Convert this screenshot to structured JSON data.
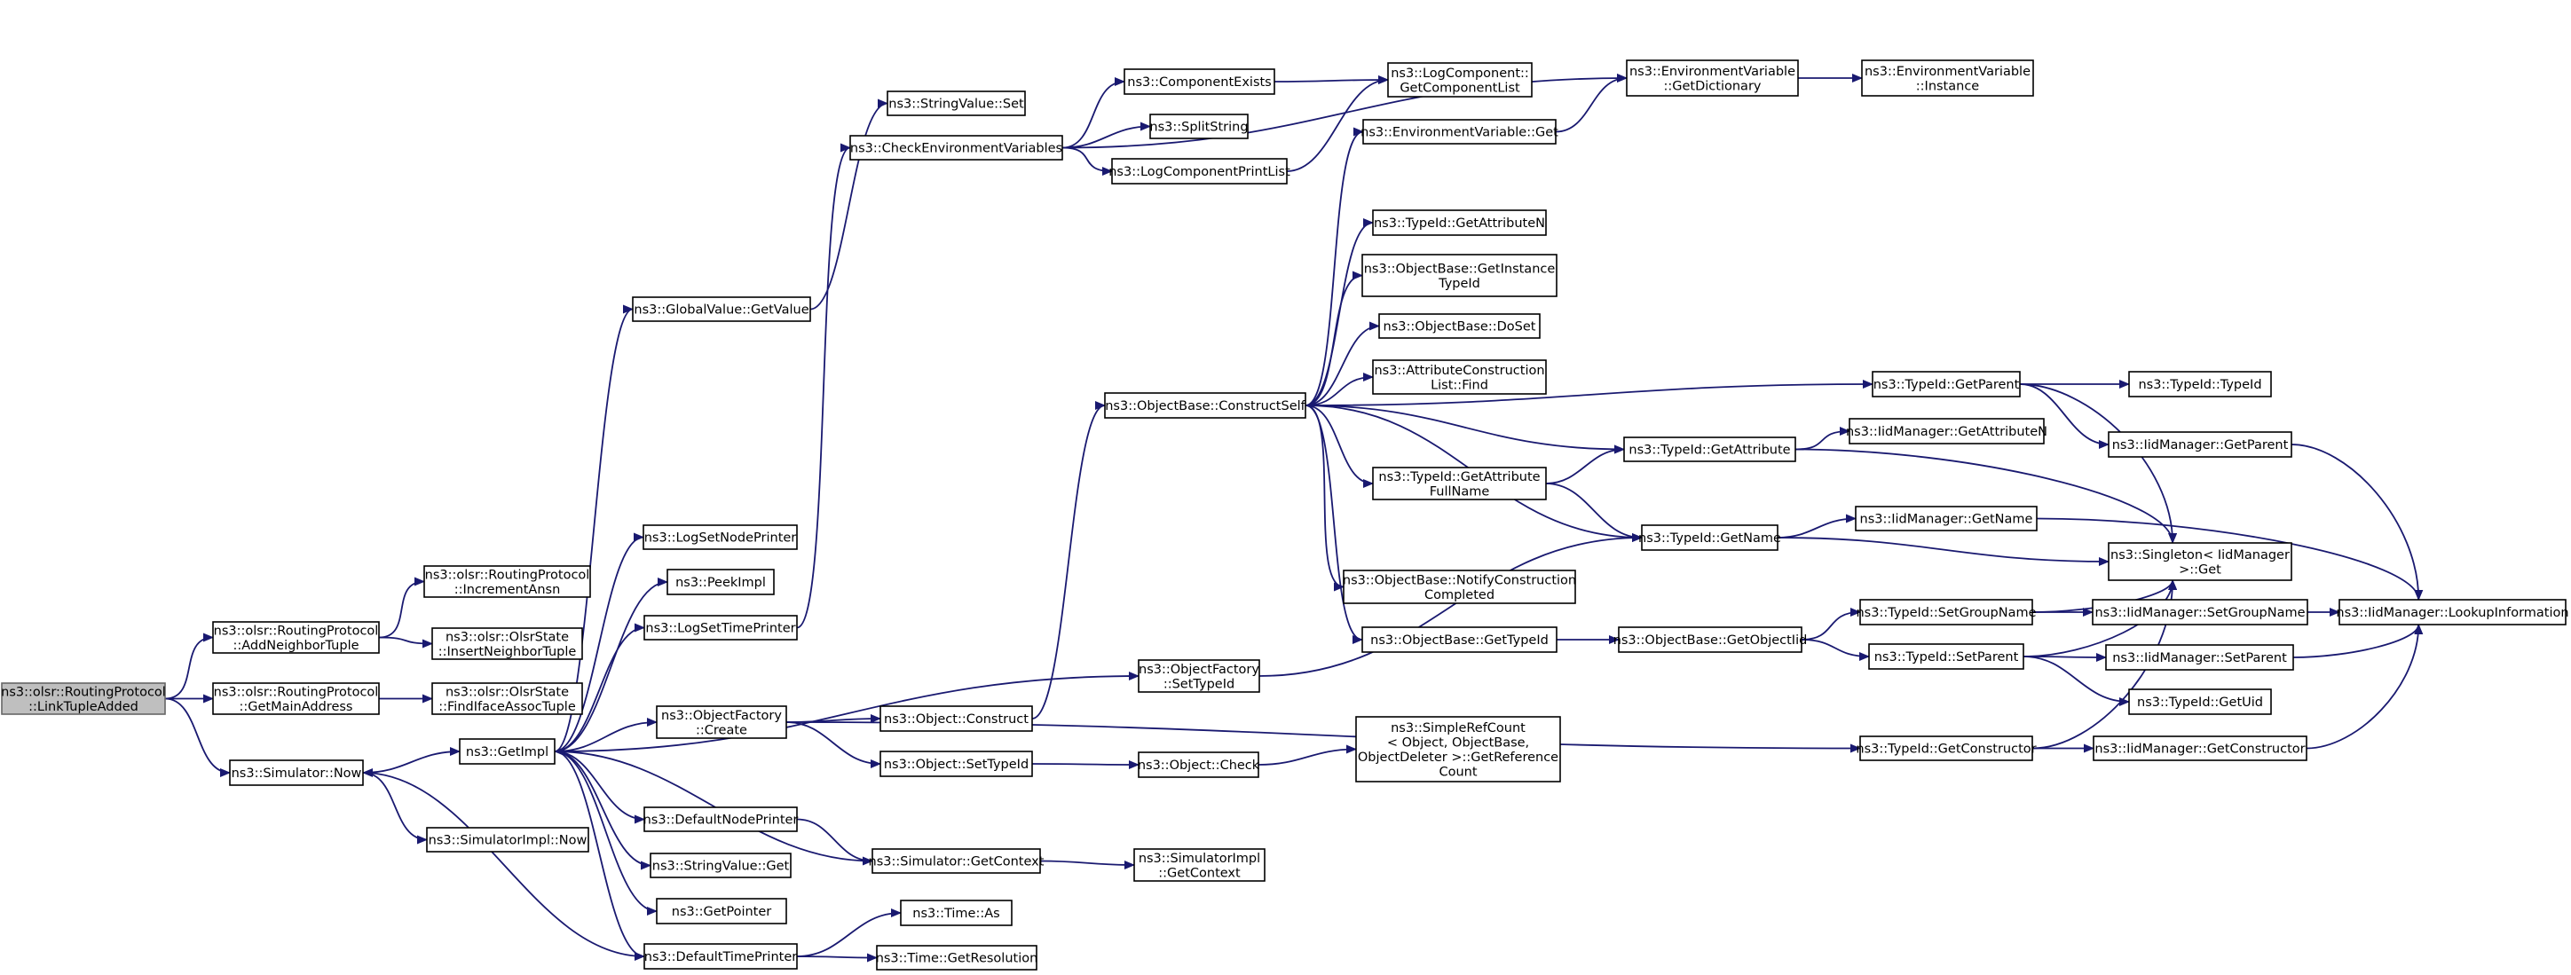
{
  "colors": {
    "edge": "#191970",
    "node_border": "#000000",
    "root_fill": "#bfbfbf",
    "root_border": "#666666",
    "background": "#ffffff"
  },
  "nodes": [
    {
      "id": "linktupleadded",
      "lines": [
        "ns3::olsr::RoutingProtocol",
        "::LinkTupleAdded"
      ],
      "root": true
    },
    {
      "id": "addneighbortuple",
      "lines": [
        "ns3::olsr::RoutingProtocol",
        "::AddNeighborTuple"
      ]
    },
    {
      "id": "getmainaddress",
      "lines": [
        "ns3::olsr::RoutingProtocol",
        "::GetMainAddress"
      ]
    },
    {
      "id": "simulator_now",
      "lines": [
        "ns3::Simulator::Now"
      ]
    },
    {
      "id": "incrementansn",
      "lines": [
        "ns3::olsr::RoutingProtocol",
        "::IncrementAnsn"
      ]
    },
    {
      "id": "insertneighbortuple",
      "lines": [
        "ns3::olsr::OlsrState",
        "::InsertNeighborTuple"
      ]
    },
    {
      "id": "findifaceassoctuple",
      "lines": [
        "ns3::olsr::OlsrState",
        "::FindIfaceAssocTuple"
      ]
    },
    {
      "id": "getimpl",
      "lines": [
        "ns3::GetImpl"
      ]
    },
    {
      "id": "simimpl_now",
      "lines": [
        "ns3::SimulatorImpl::Now"
      ]
    },
    {
      "id": "globalvalue_getvalue",
      "lines": [
        "ns3::GlobalValue::GetValue"
      ]
    },
    {
      "id": "logsetnodeprinter",
      "lines": [
        "ns3::LogSetNodePrinter"
      ]
    },
    {
      "id": "peekimpl",
      "lines": [
        "ns3::PeekImpl"
      ]
    },
    {
      "id": "logsettimeprinter",
      "lines": [
        "ns3::LogSetTimePrinter"
      ]
    },
    {
      "id": "objectfactory_create",
      "lines": [
        "ns3::ObjectFactory",
        "::Create"
      ]
    },
    {
      "id": "defaultnodeprinter",
      "lines": [
        "ns3::DefaultNodePrinter"
      ]
    },
    {
      "id": "stringvalue_get",
      "lines": [
        "ns3::StringValue::Get"
      ]
    },
    {
      "id": "getpointer",
      "lines": [
        "ns3::GetPointer"
      ]
    },
    {
      "id": "defaulttimeprinter",
      "lines": [
        "ns3::DefaultTimePrinter"
      ]
    },
    {
      "id": "stringvalue_set",
      "lines": [
        "ns3::StringValue::Set"
      ]
    },
    {
      "id": "checkenvvars",
      "lines": [
        "ns3::CheckEnvironmentVariables"
      ]
    },
    {
      "id": "objectbase_constructself",
      "lines": [
        "ns3::ObjectBase::ConstructSelf"
      ]
    },
    {
      "id": "object_construct",
      "lines": [
        "ns3::Object::Construct"
      ]
    },
    {
      "id": "object_settypeid",
      "lines": [
        "ns3::Object::SetTypeId"
      ]
    },
    {
      "id": "simulator_getcontext",
      "lines": [
        "ns3::Simulator::GetContext"
      ]
    },
    {
      "id": "time_as",
      "lines": [
        "ns3::Time::As"
      ]
    },
    {
      "id": "time_getresolution",
      "lines": [
        "ns3::Time::GetResolution"
      ]
    },
    {
      "id": "componentexists",
      "lines": [
        "ns3::ComponentExists"
      ]
    },
    {
      "id": "splitstring",
      "lines": [
        "ns3::SplitString"
      ]
    },
    {
      "id": "logcomponentprintlist",
      "lines": [
        "ns3::LogComponentPrintList"
      ]
    },
    {
      "id": "objectfactory_settypeid",
      "lines": [
        "ns3::ObjectFactory",
        "::SetTypeId"
      ]
    },
    {
      "id": "object_check",
      "lines": [
        "ns3::Object::Check"
      ]
    },
    {
      "id": "simimpl_getcontext",
      "lines": [
        "ns3::SimulatorImpl",
        "::GetContext"
      ]
    },
    {
      "id": "logcomponent_getcomponentlist",
      "lines": [
        "ns3::LogComponent::",
        "GetComponentList"
      ]
    },
    {
      "id": "envvar_get",
      "lines": [
        "ns3::EnvironmentVariable::Get"
      ]
    },
    {
      "id": "typeid_getattributen",
      "lines": [
        "ns3::TypeId::GetAttributeN"
      ]
    },
    {
      "id": "objectbase_getinstancetypeid",
      "lines": [
        "ns3::ObjectBase::GetInstance",
        "TypeId"
      ]
    },
    {
      "id": "objectbase_doset",
      "lines": [
        "ns3::ObjectBase::DoSet"
      ]
    },
    {
      "id": "attrconstructionlist_find",
      "lines": [
        "ns3::AttributeConstruction",
        "List::Find"
      ]
    },
    {
      "id": "typeid_getattributefullname",
      "lines": [
        "ns3::TypeId::GetAttribute",
        "FullName"
      ]
    },
    {
      "id": "objectbase_notifyconstructioncompleted",
      "lines": [
        "ns3::ObjectBase::NotifyConstruction",
        "Completed"
      ]
    },
    {
      "id": "objectbase_gettypeid",
      "lines": [
        "ns3::ObjectBase::GetTypeId"
      ]
    },
    {
      "id": "simplerefcount_getreferencecount",
      "lines": [
        "ns3::SimpleRefCount",
        "< Object, ObjectBase,",
        "ObjectDeleter >::GetReference",
        "Count"
      ]
    },
    {
      "id": "envvar_getdictionary",
      "lines": [
        "ns3::EnvironmentVariable",
        "::GetDictionary"
      ]
    },
    {
      "id": "typeid_getparent",
      "lines": [
        "ns3::TypeId::GetParent"
      ]
    },
    {
      "id": "typeid_getattribute",
      "lines": [
        "ns3::TypeId::GetAttribute"
      ]
    },
    {
      "id": "typeid_getname",
      "lines": [
        "ns3::TypeId::GetName"
      ]
    },
    {
      "id": "objectbase_getobjectiid",
      "lines": [
        "ns3::ObjectBase::GetObjectIid"
      ]
    },
    {
      "id": "typeid_getconstructor",
      "lines": [
        "ns3::TypeId::GetConstructor"
      ]
    },
    {
      "id": "envvar_instance",
      "lines": [
        "ns3::EnvironmentVariable",
        "::Instance"
      ]
    },
    {
      "id": "iidmanager_getattributen",
      "lines": [
        "ns3::IidManager::GetAttributeN"
      ]
    },
    {
      "id": "iidmanager_getname",
      "lines": [
        "ns3::IidManager::GetName"
      ]
    },
    {
      "id": "typeid_setgroupname",
      "lines": [
        "ns3::TypeId::SetGroupName"
      ]
    },
    {
      "id": "typeid_setparent",
      "lines": [
        "ns3::TypeId::SetParent"
      ]
    },
    {
      "id": "typeid_typeid",
      "lines": [
        "ns3::TypeId::TypeId"
      ]
    },
    {
      "id": "iidmanager_getparent",
      "lines": [
        "ns3::IidManager::GetParent"
      ]
    },
    {
      "id": "singleton_get",
      "lines": [
        "ns3::Singleton< IidManager",
        ">::Get"
      ]
    },
    {
      "id": "iidmanager_setgroupname",
      "lines": [
        "ns3::IidManager::SetGroupName"
      ]
    },
    {
      "id": "iidmanager_setparent",
      "lines": [
        "ns3::IidManager::SetParent"
      ]
    },
    {
      "id": "typeid_getuid",
      "lines": [
        "ns3::TypeId::GetUid"
      ]
    },
    {
      "id": "iidmanager_getconstructor",
      "lines": [
        "ns3::IidManager::GetConstructor"
      ]
    },
    {
      "id": "iidmanager_lookupinformation",
      "lines": [
        "ns3::IidManager::LookupInformation"
      ]
    }
  ]
}
